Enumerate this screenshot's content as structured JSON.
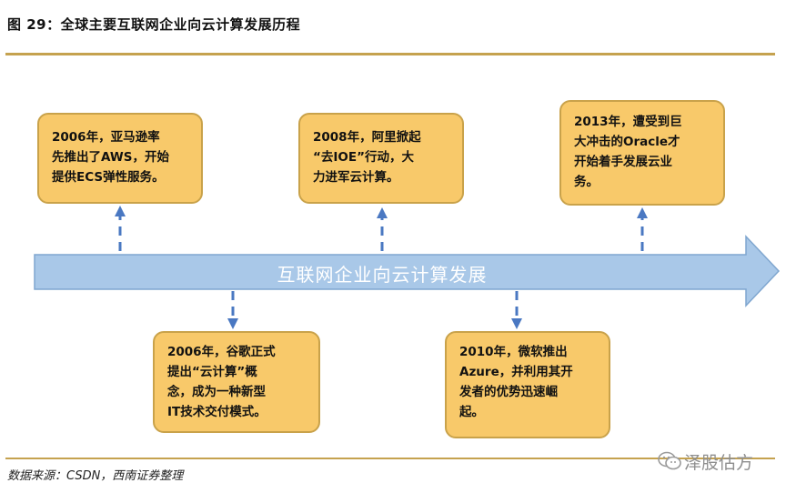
{
  "title": "图 29：全球主要互联网企业向云计算发展历程",
  "arrow_label": "互联网企业向云计算发展",
  "events": [
    {
      "lines": [
        "2006年，亚马逊率",
        "先推出了AWS，开始",
        "提供ECS弹性服务。"
      ]
    },
    {
      "lines": [
        "2008年，阿里掀起",
        "“去IOE”行动，大",
        "力进军云计算。"
      ]
    },
    {
      "lines": [
        "2013年，遭受到巨",
        "大冲击的Oracle才",
        "开始着手发展云业",
        "务。"
      ]
    },
    {
      "lines": [
        "2006年，谷歌正式",
        "提出“云计算”概",
        "念，成为一种新型",
        "IT技术交付模式。"
      ]
    },
    {
      "lines": [
        "2010年，微软推出",
        "Azure，并利用其开",
        "发者的优势迅速崛",
        "起。"
      ]
    }
  ],
  "source": "数据来源：CSDN，西南证券整理",
  "watermark": "泽股估方",
  "colors": {
    "box_fill": "#f8c96a",
    "box_border": "#c9a24a",
    "arrow_fill": "#a9c8e8",
    "arrow_stroke": "#7fa6cf",
    "connector": "#4a78c2",
    "rule": "#c5a24f"
  }
}
